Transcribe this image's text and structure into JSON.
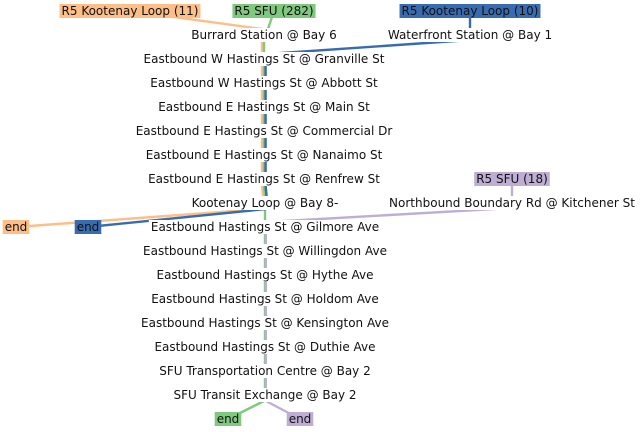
{
  "routes": [
    {
      "id": "r5-kootenay-11",
      "label": "R5 Kootenay Loop (11)",
      "color": "#fdbf87",
      "start_stop": "burrard"
    },
    {
      "id": "r5-sfu-282",
      "label": "R5 SFU (282)",
      "color": "#7fc97f",
      "start_stop": "burrard"
    },
    {
      "id": "r5-kootenay-10",
      "label": "R5 Kootenay Loop (10)",
      "color": "#386cb0",
      "start_stop": "waterfront"
    },
    {
      "id": "r5-sfu-18",
      "label": "R5 SFU (18)",
      "color": "#beaed4",
      "start_stop": "boundary"
    }
  ],
  "stops": [
    {
      "id": "burrard",
      "label": "Burrard Station @ Bay 6"
    },
    {
      "id": "waterfront",
      "label": "Waterfront Station @ Bay 1"
    },
    {
      "id": "granville",
      "label": "Eastbound W Hastings St @ Granville St"
    },
    {
      "id": "abbott",
      "label": "Eastbound W Hastings St @ Abbott St"
    },
    {
      "id": "main",
      "label": "Eastbound E Hastings St @ Main St"
    },
    {
      "id": "commercial",
      "label": "Eastbound E Hastings St @ Commercial Dr"
    },
    {
      "id": "nanaimo",
      "label": "Eastbound E Hastings St @ Nanaimo St"
    },
    {
      "id": "renfrew",
      "label": "Eastbound E Hastings St @ Renfrew St"
    },
    {
      "id": "kootenay",
      "label": "Kootenay Loop @ Bay 8-"
    },
    {
      "id": "boundary",
      "label": "Northbound Boundary Rd @ Kitchener St"
    },
    {
      "id": "gilmore",
      "label": "Eastbound Hastings St @ Gilmore Ave"
    },
    {
      "id": "willingdon",
      "label": "Eastbound Hastings St @ Willingdon Ave"
    },
    {
      "id": "hythe",
      "label": "Eastbound Hastings St @ Hythe Ave"
    },
    {
      "id": "holdom",
      "label": "Eastbound Hastings St @ Holdom Ave"
    },
    {
      "id": "kensington",
      "label": "Eastbound Hastings St @ Kensington Ave"
    },
    {
      "id": "duthie",
      "label": "Eastbound Hastings St @ Duthie Ave"
    },
    {
      "id": "sfu-tc",
      "label": "SFU Transportation Centre @ Bay 2"
    },
    {
      "id": "sfu-exchange",
      "label": "SFU Transit Exchange @ Bay 2"
    }
  ],
  "ends": [
    {
      "id": "end-kootenay-11",
      "label": "end",
      "route": "r5-kootenay-11"
    },
    {
      "id": "end-kootenay-10",
      "label": "end",
      "route": "r5-kootenay-10"
    },
    {
      "id": "end-sfu-282",
      "label": "end",
      "route": "r5-sfu-282"
    },
    {
      "id": "end-sfu-18",
      "label": "end",
      "route": "r5-sfu-18"
    }
  ]
}
